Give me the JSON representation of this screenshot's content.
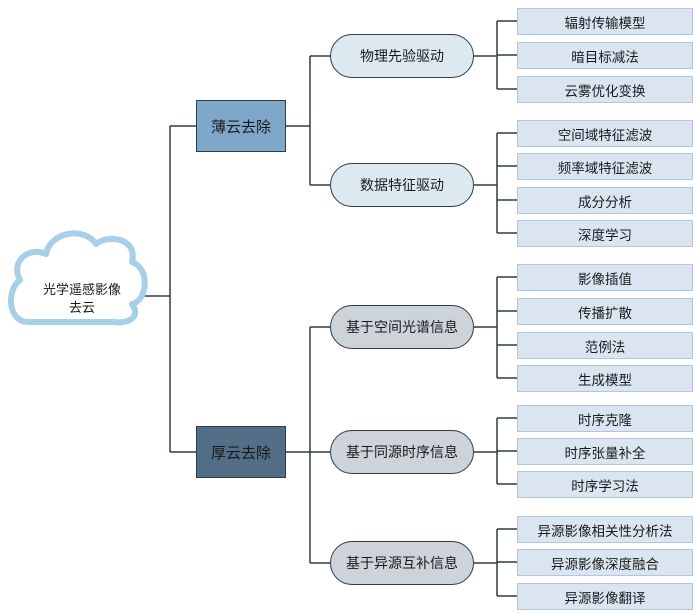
{
  "root": {
    "line1": "光学遥感影像",
    "line2": "去云"
  },
  "categories": [
    {
      "label": "薄云去除",
      "color": "#7fa7c9",
      "methods": [
        {
          "label": "物理先验驱动",
          "techniques": [
            "辐射传输模型",
            "暗目标减法",
            "云雾优化变换"
          ]
        },
        {
          "label": "数据特征驱动",
          "techniques": [
            "空间域特征滤波",
            "频率域特征滤波",
            "成分分析",
            "深度学习"
          ]
        }
      ]
    },
    {
      "label": "厚云去除",
      "color": "#536e87",
      "methods": [
        {
          "label": "基于空间光谱信息",
          "techniques": [
            "影像插值",
            "传播扩散",
            "范例法",
            "生成模型"
          ]
        },
        {
          "label": "基于同源时序信息",
          "techniques": [
            "时序克隆",
            "时序张量补全",
            "时序学习法"
          ]
        },
        {
          "label": "基于异源互补信息",
          "techniques": [
            "异源影像相关性分析法",
            "异源影像深度融合",
            "异源影像翻译"
          ]
        }
      ]
    }
  ]
}
